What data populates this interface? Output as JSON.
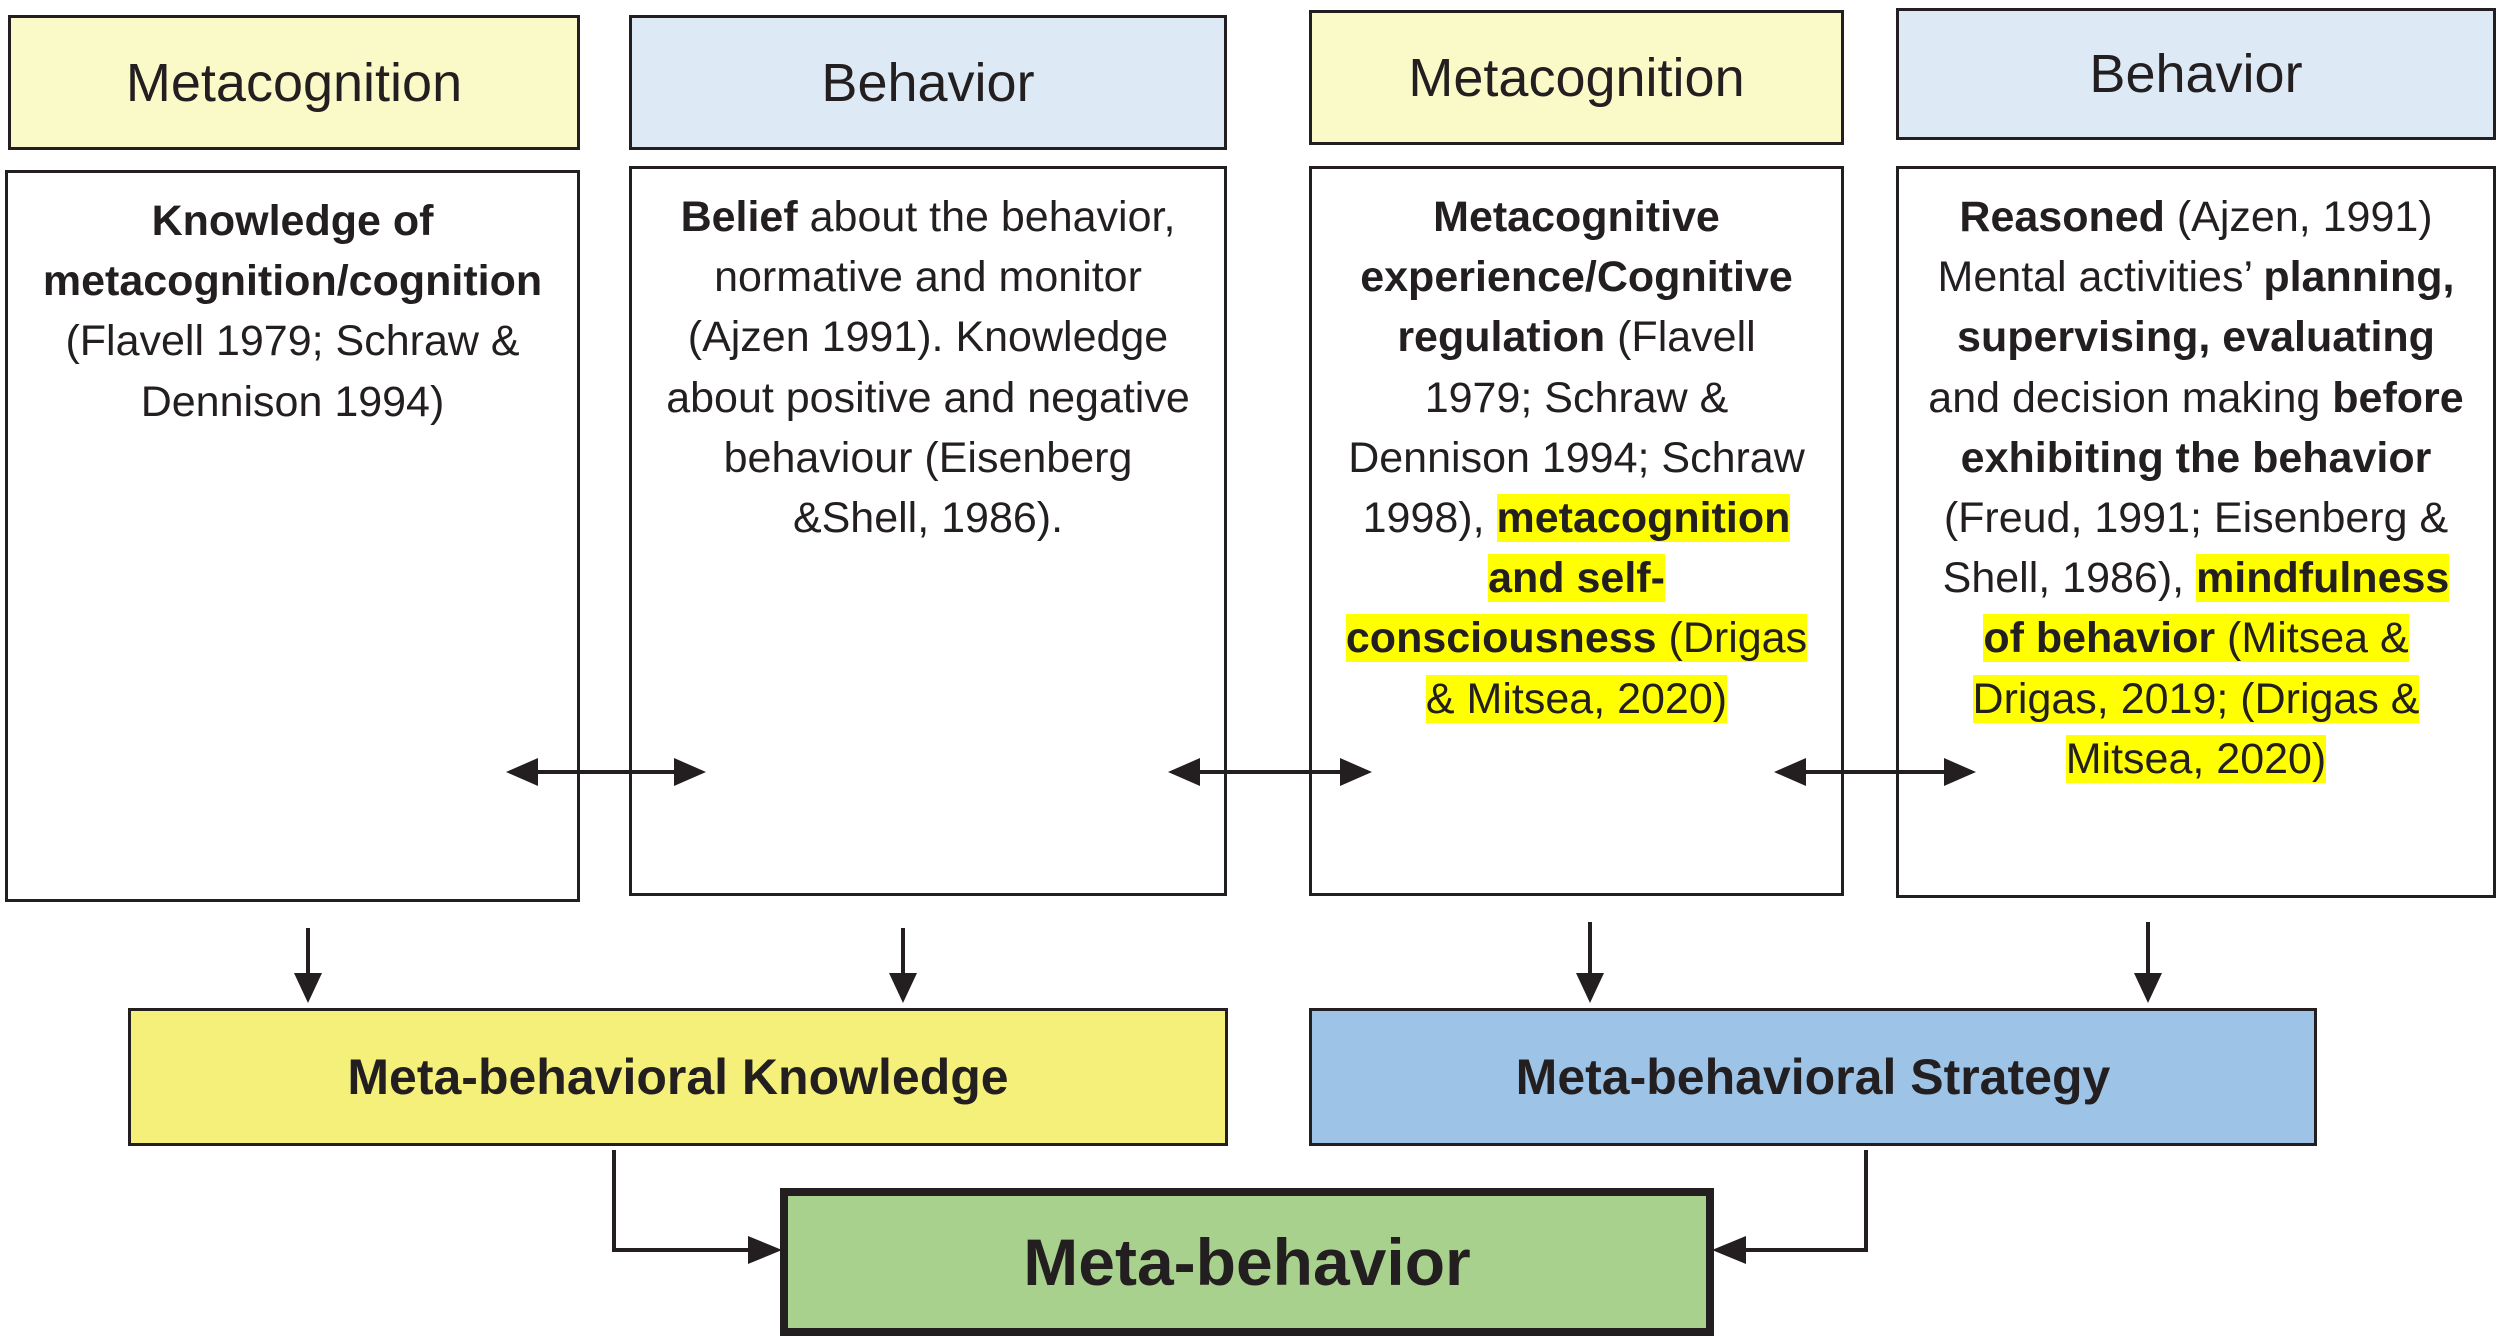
{
  "headers": [
    "Metacognition",
    "Behavior",
    "Metacognition",
    "Behavior"
  ],
  "box1": {
    "bold": "Knowledge of metacognition/cognition",
    "text": " (Flavell 1979; Schraw & Dennison 1994)"
  },
  "box2": {
    "bold": "Belief",
    "text": " about the behavior, normative and monitor (Ajzen 1991). Knowledge about positive and negative behaviour (Eisenberg &Shell, 1986)."
  },
  "box3": {
    "bold1": "Metacognitive experience/Cognitive regulation",
    "text1": " (Flavell 1979; Schraw & Dennison 1994; Schraw 1998), ",
    "hl_bold": "metacognition and self-consciousness",
    "hl_text": " (Drigas & Mitsea, 2020)"
  },
  "box4": {
    "bold1": "Reasoned",
    "text1": " (Ajzen, 1991) Mental activities’ ",
    "bold2": "planning, supervising, evaluating",
    "text2": " and decision making ",
    "bold3": "before exhibiting the behavior",
    "text3": " (Freud, 1991; Eisenberg & Shell, 1986), ",
    "hl_bold": "mindfulness of behavior",
    "hl_text": " (Mitsea & Drigas, 2019; (Drigas & Mitsea, 2020)"
  },
  "knowledge_label": "Meta-behavioral Knowledge",
  "strategy_label": "Meta-behavioral Strategy",
  "meta_behavior_label": "Meta-behavior",
  "colors": {
    "metacognition_header": "#fafac8",
    "behavior_header": "#dde9f5",
    "knowledge": "#f5f07a",
    "strategy": "#9dc3e6",
    "meta_behavior": "#a9d18e",
    "highlight": "#ffff00"
  }
}
